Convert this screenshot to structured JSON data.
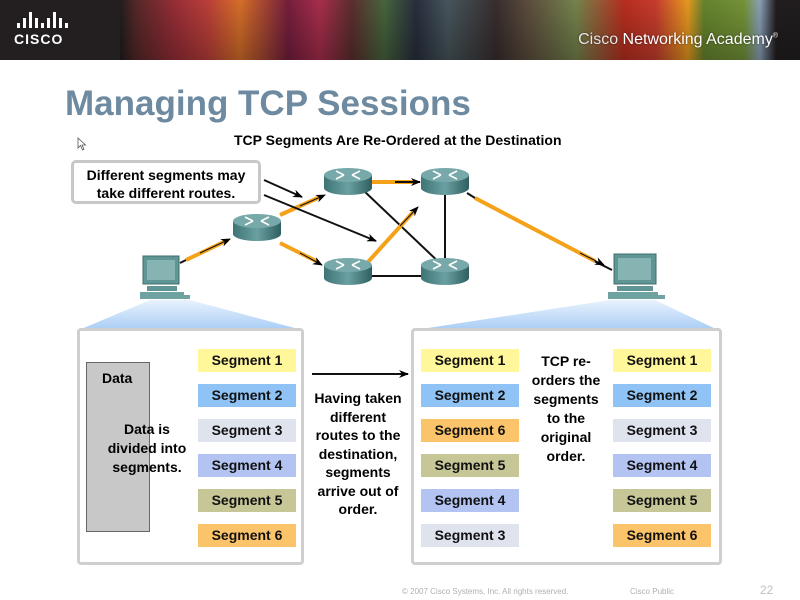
{
  "banner": {
    "logo_text": "CISCO",
    "academy_brand_part1": "Cisco",
    "academy_brand_part2": " Networking Academy",
    "trademark": "®"
  },
  "slide": {
    "title": "Managing TCP Sessions",
    "diagram_title": "TCP Segments Are Re-Ordered at the Destination",
    "callout": "Different segments may take different routes."
  },
  "source_panel": {
    "data_label": "Data",
    "divided_text": "Data is divided into segments.",
    "segments": [
      {
        "label": "Segment 1",
        "color": "#fff79a"
      },
      {
        "label": "Segment 2",
        "color": "#8fc3f5"
      },
      {
        "label": "Segment 3",
        "color": "#dfe3ee"
      },
      {
        "label": "Segment 4",
        "color": "#b3c4f3"
      },
      {
        "label": "Segment 5",
        "color": "#c6c697"
      },
      {
        "label": "Segment 6",
        "color": "#fbc46a"
      }
    ]
  },
  "transit_text": "Having taken different routes to the destination, segments arrive out of order.",
  "destination_panel": {
    "arrived_segments": [
      {
        "label": "Segment 1",
        "color": "#fff79a"
      },
      {
        "label": "Segment 2",
        "color": "#8fc3f5"
      },
      {
        "label": "Segment 6",
        "color": "#fbc46a"
      },
      {
        "label": "Segment 5",
        "color": "#c6c697"
      },
      {
        "label": "Segment 4",
        "color": "#b3c4f3"
      },
      {
        "label": "Segment 3",
        "color": "#dfe3ee"
      }
    ],
    "reorder_text": "TCP re-orders the segments to the original order.",
    "reordered_segments": [
      {
        "label": "Segment 1",
        "color": "#fff79a"
      },
      {
        "label": "Segment 2",
        "color": "#8fc3f5"
      },
      {
        "label": "Segment 3",
        "color": "#dfe3ee"
      },
      {
        "label": "Segment 4",
        "color": "#b3c4f3"
      },
      {
        "label": "Segment 5",
        "color": "#c6c697"
      },
      {
        "label": "Segment 6",
        "color": "#fbc46a"
      }
    ]
  },
  "footer": {
    "copyright": "© 2007 Cisco Systems, Inc. All rights reserved.",
    "classification": "Cisco Public",
    "page_number": "22"
  },
  "colors": {
    "title": "#6d8aa0",
    "path_orange": "#f5a21b",
    "router": "#4f8a8b"
  }
}
